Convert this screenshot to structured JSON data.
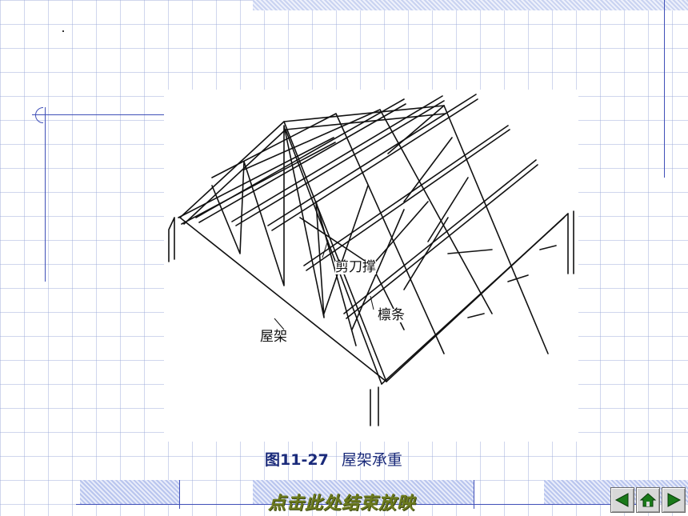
{
  "slide": {
    "figure": {
      "callouts": {
        "scissor_brace": "剪刀撑",
        "purlin": "檩条",
        "roof_truss": "屋架"
      },
      "caption_number": "图11-27",
      "caption_title": "屋架承重"
    },
    "end_show_label": "点击此处结束放映"
  },
  "nav": {
    "prev_icon": "triangle-left-icon",
    "home_icon": "home-icon",
    "next_icon": "triangle-right-icon"
  },
  "colors": {
    "grid": "#96a5d7",
    "rule": "#4050b8",
    "caption": "#1a2a7a",
    "end_show_text": "#6b7a1e",
    "nav_arrow": "#1a7a1a",
    "nav_button": "#d8d8d8"
  }
}
